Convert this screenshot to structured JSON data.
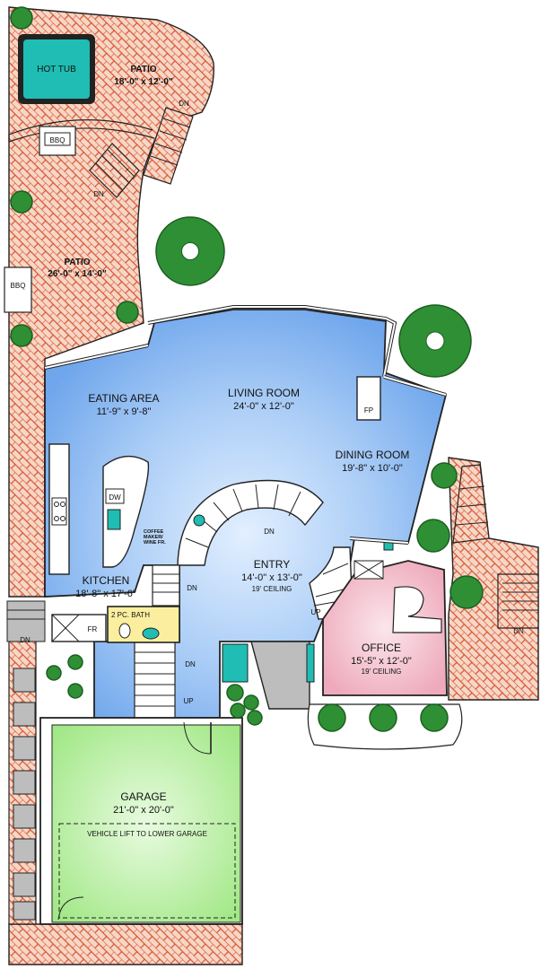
{
  "rooms": {
    "hot_tub": "HOT TUB",
    "patio_upper": {
      "name": "PATIO",
      "dims": "18'-0\" x 12'-0\""
    },
    "patio_lower": {
      "name": "PATIO",
      "dims": "26'-0\" x 14'-0\""
    },
    "eating_area": {
      "name": "EATING AREA",
      "dims": "11'-9\" x 9'-8\""
    },
    "living_room": {
      "name": "LIVING ROOM",
      "dims": "24'-0\" x 12'-0\""
    },
    "dining_room": {
      "name": "DINING ROOM",
      "dims": "19'-8\" x 10'-0\""
    },
    "kitchen": {
      "name": "KITCHEN",
      "dims": "18'-8\" x 17'-6\""
    },
    "entry": {
      "name": "ENTRY",
      "dims": "14'-0\" x 13'-0\"",
      "note": "19' CEILING"
    },
    "office": {
      "name": "OFFICE",
      "dims": "15'-5\" x 12'-0\"",
      "note": "19' CEILING"
    },
    "bath": "2 PC. BATH",
    "garage": {
      "name": "GARAGE",
      "dims": "21'-0\" x 20'-0\"",
      "note": "VEHICLE LIFT TO LOWER GARAGE"
    }
  },
  "labels": {
    "bbq_upper": "BBQ",
    "bbq_lower": "BBQ",
    "fp": "FP",
    "dw": "DW",
    "fr": "FR",
    "coffee_line1": "COFFEE",
    "coffee_line2": "MAKER/",
    "coffee_line3": "WINE FR.",
    "dn": "DN",
    "up": "UP"
  },
  "colors": {
    "patio_brick": "#f6d7c6",
    "brick_line": "#d9502e",
    "living_blue": "#7fb4ef",
    "living_center": "#e2efff",
    "garage_green": "#a9ec8e",
    "office_pink": "#f2b3c3",
    "tub_teal": "#1fbdb3",
    "tree_green": "#2f8f34",
    "bath_yellow": "#fbef9f",
    "grey": "#bdbdbd"
  }
}
